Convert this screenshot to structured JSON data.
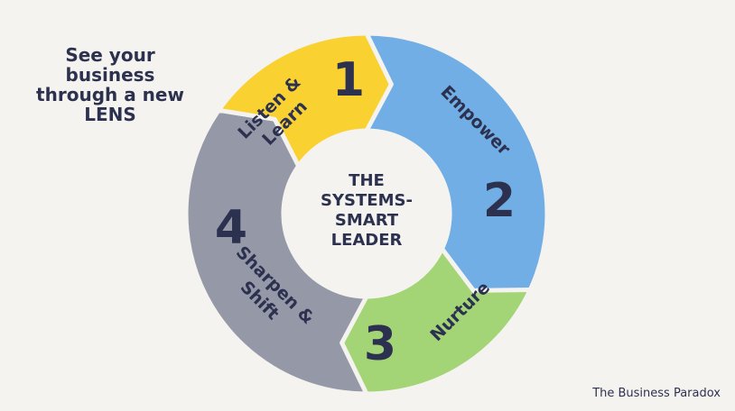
{
  "tagline": [
    "See your",
    "business",
    "through a new",
    "LENS"
  ],
  "center_title": [
    "THE",
    "SYSTEMS-",
    "SMART",
    "LEADER"
  ],
  "segments": [
    {
      "number": "1",
      "label": [
        "Listen &",
        "Learn"
      ],
      "color": "#f9d232"
    },
    {
      "number": "2",
      "label": [
        "Empower"
      ],
      "color": "#72aee6"
    },
    {
      "number": "3",
      "label": [
        "Nurture"
      ],
      "color": "#a3d476"
    },
    {
      "number": "4",
      "label": [
        "Sharpen &",
        "Shift"
      ],
      "color": "#9598a6"
    }
  ],
  "footer": "The Business Paradox",
  "colors": {
    "background": "#f5f3ef",
    "text": "#2d3150"
  }
}
